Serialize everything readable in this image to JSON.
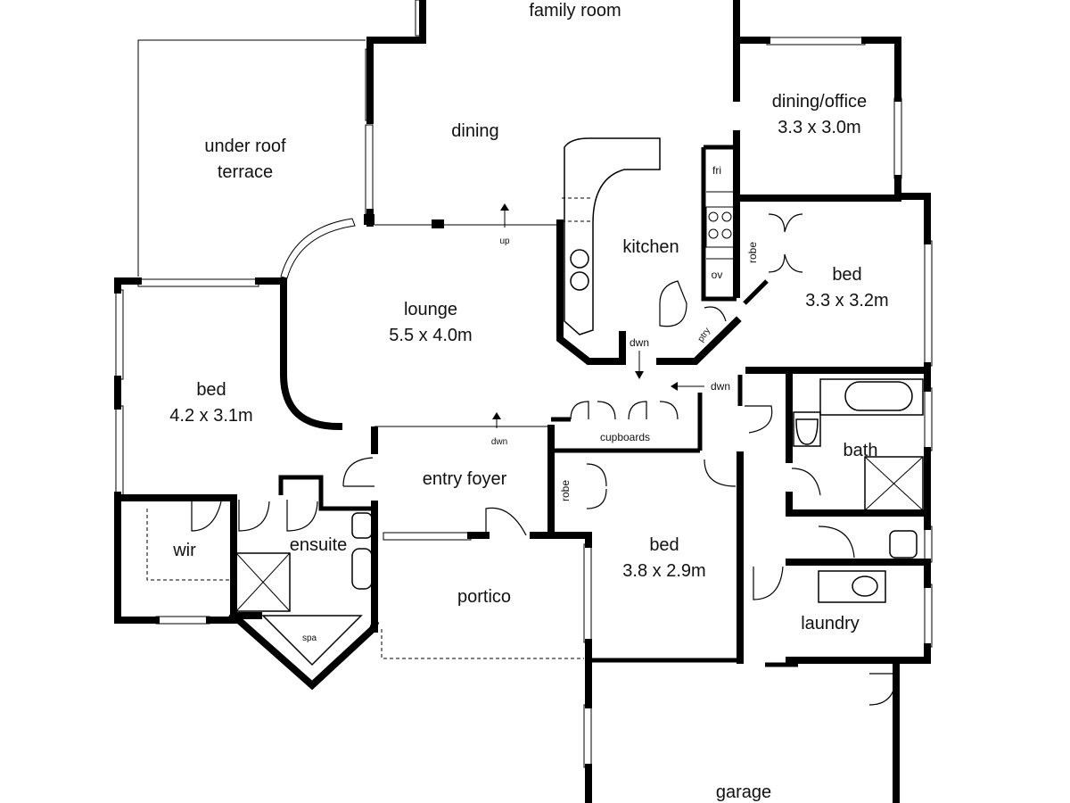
{
  "rooms": {
    "family_room": "family room",
    "dining": "dining",
    "under_roof_terrace_1": "under roof",
    "under_roof_terrace_2": "terrace",
    "dining_office": "dining/office",
    "dining_office_size": "3.3 x 3.0m",
    "kitchen": "kitchen",
    "fri": "fri",
    "ov": "ov",
    "robe": "robe",
    "pty": "ptry",
    "bed_east": "bed",
    "bed_east_size": "3.3 x 3.2m",
    "lounge": "lounge",
    "lounge_size": "5.5 x 4.0m",
    "bed_west": "bed",
    "bed_west_size": "4.2 x 3.1m",
    "bath": "bath",
    "cupboards": "cupboards",
    "entry_foyer": "entry foyer",
    "robe_2": "robe",
    "bed_mid": "bed",
    "bed_mid_size": "3.8 x 2.9m",
    "wir": "wir",
    "ensuite": "ensuite",
    "spa": "spa",
    "portico": "portico",
    "laundry": "laundry",
    "garage": "garage"
  },
  "stairs": {
    "up": "up",
    "dwn_lounge": "dwn",
    "dwn_kitchen": "dwn",
    "dwn_hall": "dwn"
  }
}
